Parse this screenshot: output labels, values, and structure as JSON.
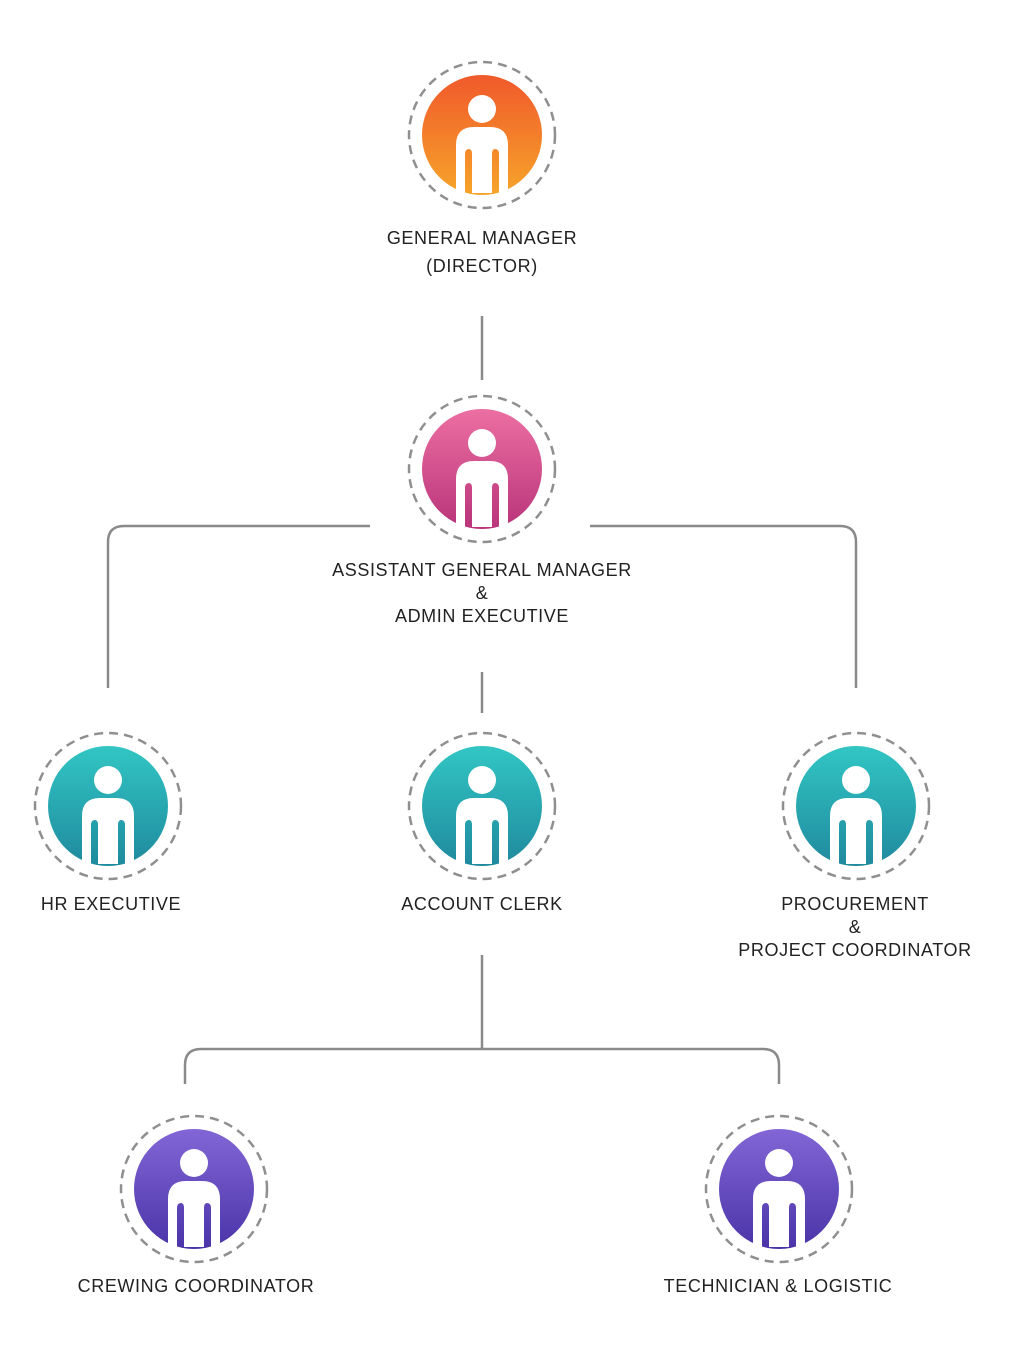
{
  "colors": {
    "line": "#8a8a8a",
    "ring": "#8f8f8f",
    "text": "#222222",
    "orange": [
      "#f0592b",
      "#f7a42a"
    ],
    "pink": [
      "#ec6fa2",
      "#b9347a"
    ],
    "teal": [
      "#32c6c4",
      "#1f8a9e"
    ],
    "purple": [
      "#8266d6",
      "#4a34a8"
    ]
  },
  "icon": "person-icon",
  "nodes": {
    "general_manager": {
      "lines": [
        "GENERAL MANAGER",
        "(DIRECTOR)"
      ],
      "color": "orange"
    },
    "assistant_gm": {
      "lines": [
        "ASSISTANT GENERAL MANAGER",
        "&",
        "ADMIN EXECUTIVE"
      ],
      "color": "pink"
    },
    "hr_executive": {
      "lines": [
        "HR EXECUTIVE"
      ],
      "color": "teal"
    },
    "account_clerk": {
      "lines": [
        "ACCOUNT CLERK"
      ],
      "color": "teal"
    },
    "procurement": {
      "lines": [
        "PROCUREMENT",
        "&",
        "PROJECT COORDINATOR"
      ],
      "color": "teal"
    },
    "crewing": {
      "lines": [
        "CREWING COORDINATOR"
      ],
      "color": "purple"
    },
    "technician": {
      "lines": [
        "TECHNICIAN & LOGISTIC"
      ],
      "color": "purple"
    }
  }
}
